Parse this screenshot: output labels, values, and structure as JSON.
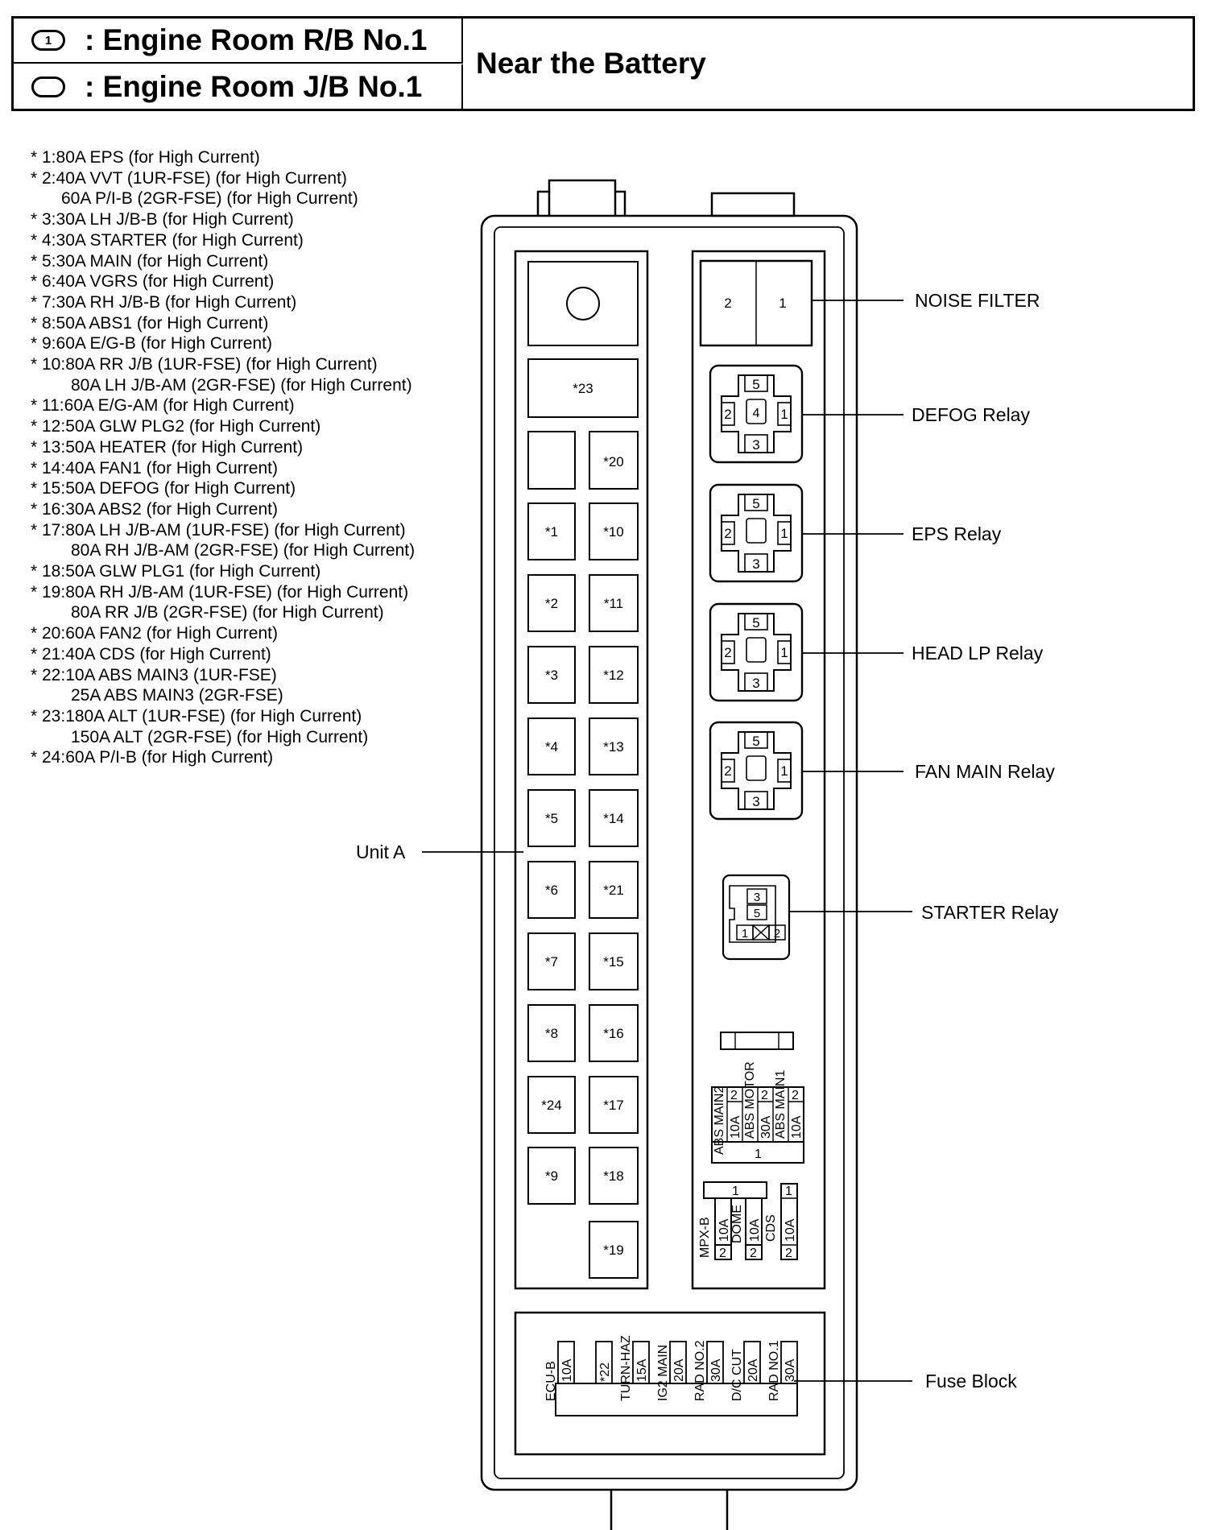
{
  "header": {
    "rb_number": "1",
    "rb_label": ": Engine Room R/B No.1",
    "jb_label": ": Engine Room J/B No.1",
    "location": "Near the Battery"
  },
  "legend": [
    {
      "text": "* 1:80A EPS (for High Current)",
      "indent": 0
    },
    {
      "text": "* 2:40A VVT (1UR-FSE) (for High Current)",
      "indent": 0
    },
    {
      "text": "60A P/I-B (2GR-FSE) (for High Current)",
      "indent": 38
    },
    {
      "text": "* 3:30A LH J/B-B (for High Current)",
      "indent": 0
    },
    {
      "text": "* 4:30A STARTER (for High Current)",
      "indent": 0
    },
    {
      "text": "* 5:30A MAIN (for High Current)",
      "indent": 0
    },
    {
      "text": "* 6:40A VGRS (for High Current)",
      "indent": 0
    },
    {
      "text": "* 7:30A RH J/B-B (for High Current)",
      "indent": 0
    },
    {
      "text": "* 8:50A ABS1 (for High Current)",
      "indent": 0
    },
    {
      "text": "* 9:60A E/G-B (for High Current)",
      "indent": 0
    },
    {
      "text": "* 10:80A RR J/B (1UR-FSE) (for High Current)",
      "indent": 0
    },
    {
      "text": "80A LH J/B-AM (2GR-FSE) (for High Current)",
      "indent": 50
    },
    {
      "text": "* 11:60A E/G-AM (for High Current)",
      "indent": 0
    },
    {
      "text": "* 12:50A GLW PLG2 (for High Current)",
      "indent": 0
    },
    {
      "text": "* 13:50A HEATER (for High Current)",
      "indent": 0
    },
    {
      "text": "* 14:40A FAN1 (for High Current)",
      "indent": 0
    },
    {
      "text": "* 15:50A DEFOG (for High Current)",
      "indent": 0
    },
    {
      "text": "* 16:30A ABS2 (for High Current)",
      "indent": 0
    },
    {
      "text": "* 17:80A LH J/B-AM (1UR-FSE) (for High Current)",
      "indent": 0
    },
    {
      "text": "80A RH J/B-AM (2GR-FSE) (for High Current)",
      "indent": 50
    },
    {
      "text": "* 18:50A GLW PLG1 (for High Current)",
      "indent": 0
    },
    {
      "text": "* 19:80A RH J/B-AM (1UR-FSE) (for High Current)",
      "indent": 0
    },
    {
      "text": "80A RR J/B (2GR-FSE) (for High Current)",
      "indent": 50
    },
    {
      "text": "* 20:60A FAN2 (for High Current)",
      "indent": 0
    },
    {
      "text": "* 21:40A CDS (for High Current)",
      "indent": 0
    },
    {
      "text": "* 22:10A ABS MAIN3 (1UR-FSE)",
      "indent": 0
    },
    {
      "text": "25A ABS MAIN3 (2GR-FSE)",
      "indent": 50
    },
    {
      "text": "* 23:180A ALT (1UR-FSE) (for High Current)",
      "indent": 0
    },
    {
      "text": "150A ALT (2GR-FSE) (for High Current)",
      "indent": 50
    },
    {
      "text": "* 24:60A P/I-B (for High Current)",
      "indent": 0
    }
  ],
  "unit_a": {
    "label": "Unit A",
    "fuse_23": "*23",
    "fuse_20": "*20",
    "left_column": [
      "*1",
      "*2",
      "*3",
      "*4",
      "*5",
      "*6",
      "*7",
      "*8",
      "*24",
      "*9"
    ],
    "right_column": [
      "*10",
      "*11",
      "*12",
      "*13",
      "*14",
      "*21",
      "*15",
      "*16",
      "*17",
      "*18",
      "*19"
    ]
  },
  "noise_filter": {
    "label": "NOISE FILTER",
    "left_pin": "2",
    "right_pin": "1"
  },
  "relays": [
    {
      "label": "DEFOG Relay",
      "top": "5",
      "left": "2",
      "right": "1",
      "bottom": "3",
      "center": "4"
    },
    {
      "label": "EPS Relay",
      "top": "5",
      "left": "2",
      "right": "1",
      "bottom": "3",
      "center": ""
    },
    {
      "label": "HEAD LP Relay",
      "top": "5",
      "left": "2",
      "right": "1",
      "bottom": "3",
      "center": ""
    },
    {
      "label": "FAN MAIN Relay",
      "top": "5",
      "left": "2",
      "right": "1",
      "bottom": "3",
      "center": ""
    }
  ],
  "starter_relay": {
    "label": "STARTER Relay",
    "pins": [
      "3",
      "5",
      "1",
      "2"
    ]
  },
  "abs_group": {
    "names": [
      "ABS MAIN2",
      "ABS MOTOR",
      "ABS MAIN1"
    ],
    "amps": [
      "10A",
      "30A",
      "10A"
    ],
    "top_pin": "2",
    "bottom_pin": "1"
  },
  "mpx_group": {
    "names": [
      "MPX-B",
      "DOME",
      "CDS"
    ],
    "amps": [
      "10A",
      "10A",
      "10A"
    ],
    "pin_1": "1",
    "pin_2": "2"
  },
  "fuse_block": {
    "label": "Fuse Block",
    "fuses": [
      {
        "name": "ECU-B",
        "amp": "10A"
      },
      {
        "name": "",
        "amp": "*22"
      },
      {
        "name": "TURN-HAZ",
        "amp": "15A"
      },
      {
        "name": "IG2 MAIN",
        "amp": "20A"
      },
      {
        "name": "RAD NO.2",
        "amp": "30A"
      },
      {
        "name": "D/C CUT",
        "amp": "20A"
      },
      {
        "name": "RAD NO.1",
        "amp": "30A"
      }
    ]
  }
}
